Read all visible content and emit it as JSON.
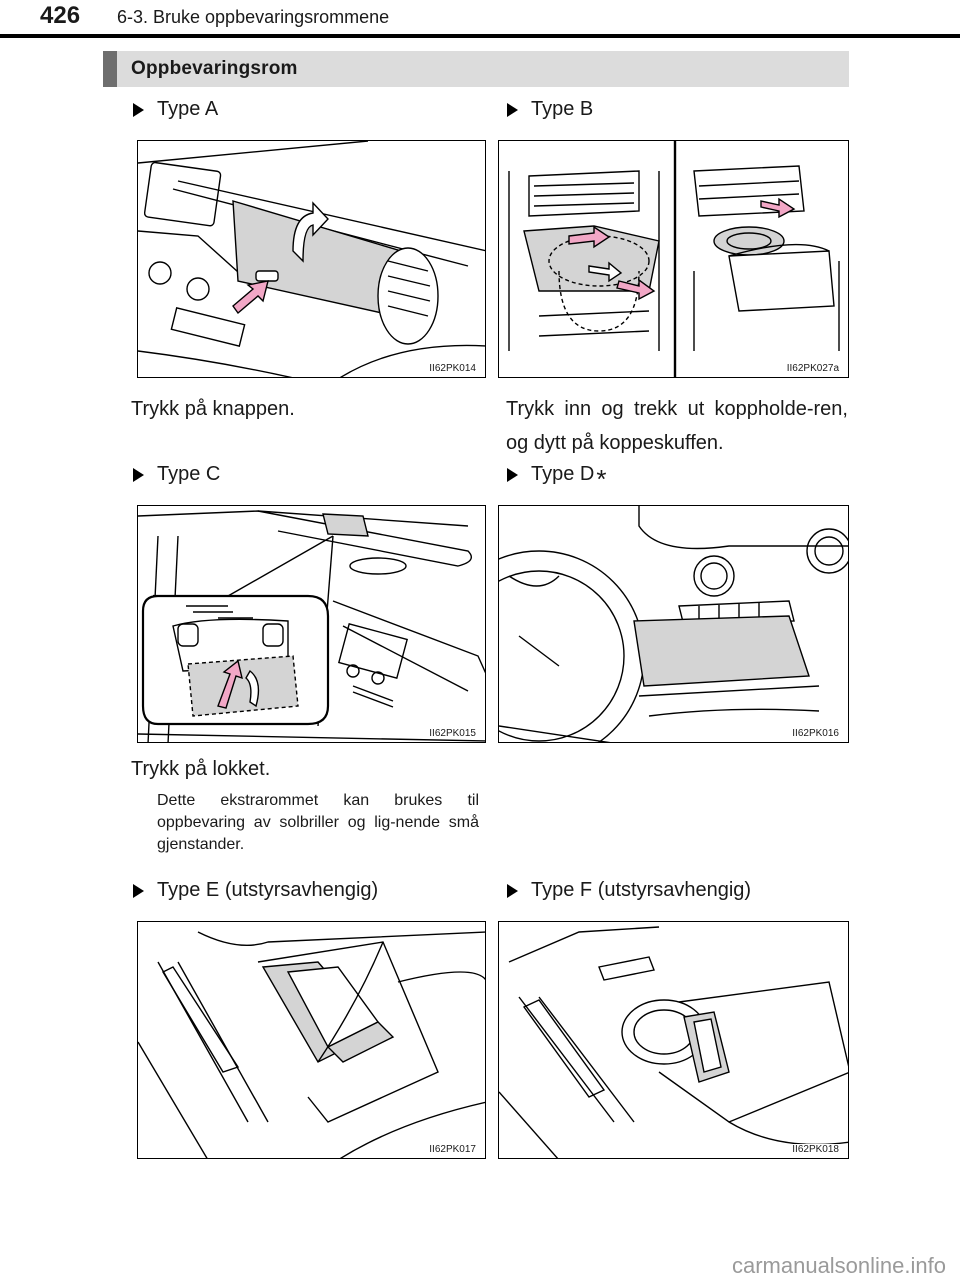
{
  "page": {
    "number": "426",
    "section": "6-3. Bruke oppbevaringsrommene",
    "heading": "Oppbevaringsrom",
    "watermark": "carmanualsonline.info"
  },
  "items": [
    {
      "label": "Type A",
      "image_code": "II62PK014",
      "caption": "Trykk på knappen."
    },
    {
      "label": "Type B",
      "image_code": "II62PK027a",
      "caption": "Trykk inn og trekk ut koppholde-ren, og dytt på koppeskuffen."
    },
    {
      "label": "Type C",
      "image_code": "II62PK015",
      "caption": "Trykk på lokket.",
      "note": "Dette ekstrarommet kan brukes til oppbevaring av solbriller og lig-nende små gjenstander."
    },
    {
      "label": "Type D",
      "label_mark": "*",
      "image_code": "II62PK016"
    },
    {
      "label": "Type E (utstyrsavhengig)",
      "image_code": "II62PK017"
    },
    {
      "label": "Type F (utstyrsavhengig)",
      "image_code": "II62PK018"
    }
  ],
  "colors": {
    "highlight_gray": "#d4d4d4",
    "arrow_pink": "#f2a7c6",
    "header_bar": "#dcdcdc",
    "header_accent": "#6e6e6e"
  }
}
